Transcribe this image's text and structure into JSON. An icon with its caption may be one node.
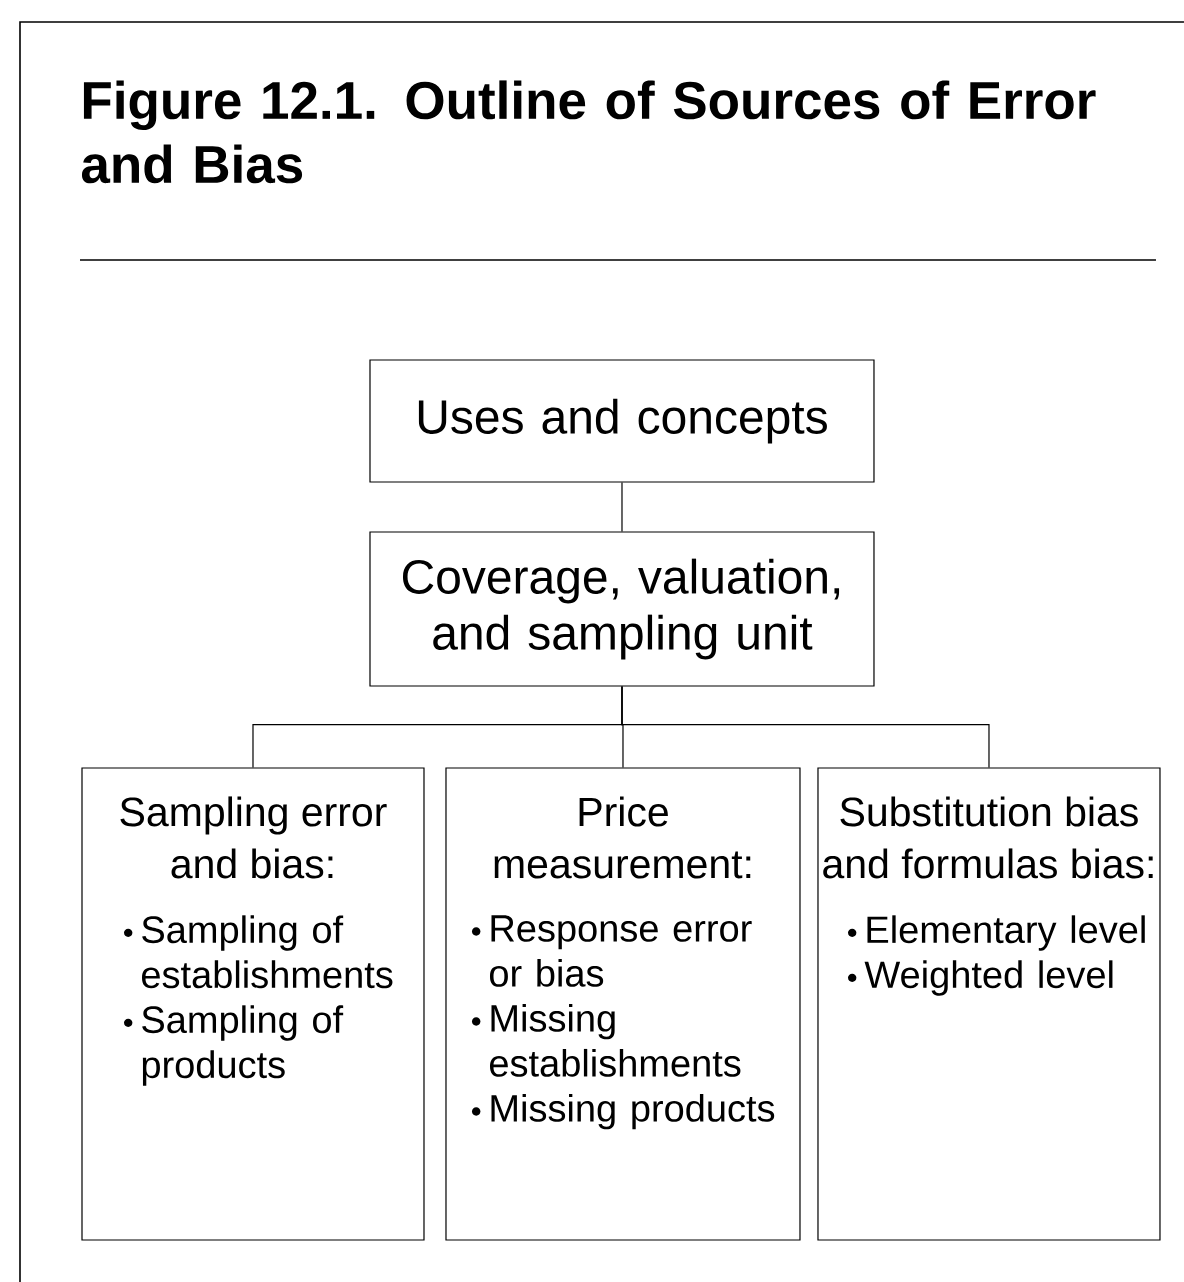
{
  "diagram": {
    "title": "Figure 12.1. Outline of Sources of Error and Bias",
    "nodes": [
      {
        "text": [
          "Uses and concepts"
        ]
      },
      {
        "text": [
          "Coverage, valuation, and sampling unit"
        ]
      },
      {
        "text": [
          "Sampling error and bias:",
          "Sampling of establishments",
          "Sampling of products"
        ]
      },
      {
        "text": [
          "Price measurement:",
          "Response error or bias",
          "Missing establishments",
          "Missing products"
        ]
      },
      {
        "text": [
          "Substitution bias and formulas bias:",
          "Elementary level",
          "Weighted level"
        ]
      }
    ],
    "edges": [
      {
        "from": 0,
        "to": 1,
        "arrow": "none"
      },
      {
        "from": 1,
        "to": 2,
        "arrow": "none"
      },
      {
        "from": 1,
        "to": 3,
        "arrow": "none"
      },
      {
        "from": 1,
        "to": 4,
        "arrow": "none"
      }
    ]
  }
}
